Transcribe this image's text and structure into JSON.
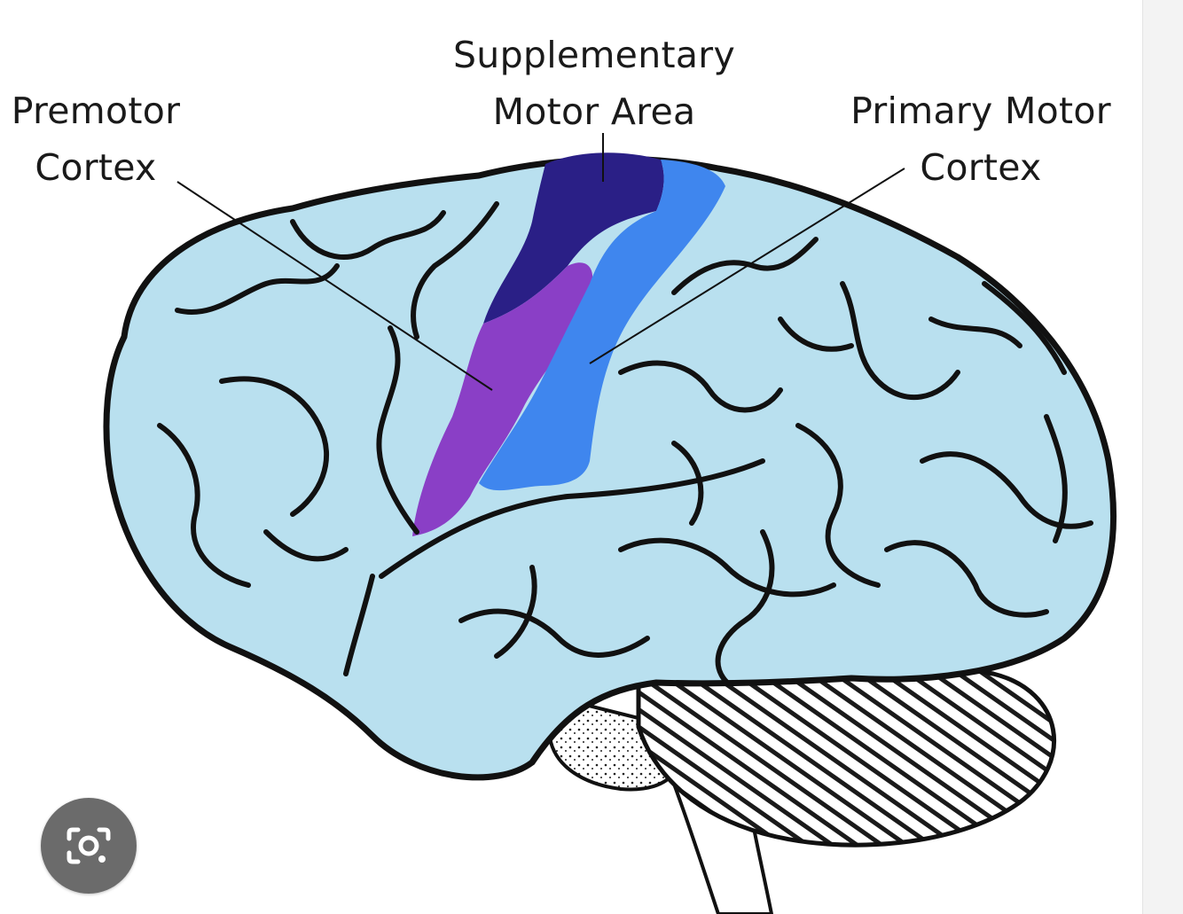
{
  "labels": {
    "premotor": {
      "line1": "Premotor",
      "line2": "Cortex"
    },
    "sma": {
      "line1": "Supplementary",
      "line2": "Motor Area"
    },
    "primary": {
      "line1": "Primary Motor",
      "line2": "Cortex"
    }
  },
  "regions": [
    {
      "key": "sma",
      "color": "#2a1f86"
    },
    {
      "key": "premotor",
      "color": "#8a3fc6"
    },
    {
      "key": "primary",
      "color": "#3f86ee"
    }
  ],
  "brain_fill": "#b9e0ef",
  "lens_button": {
    "icon": "google-lens-camera-icon"
  }
}
